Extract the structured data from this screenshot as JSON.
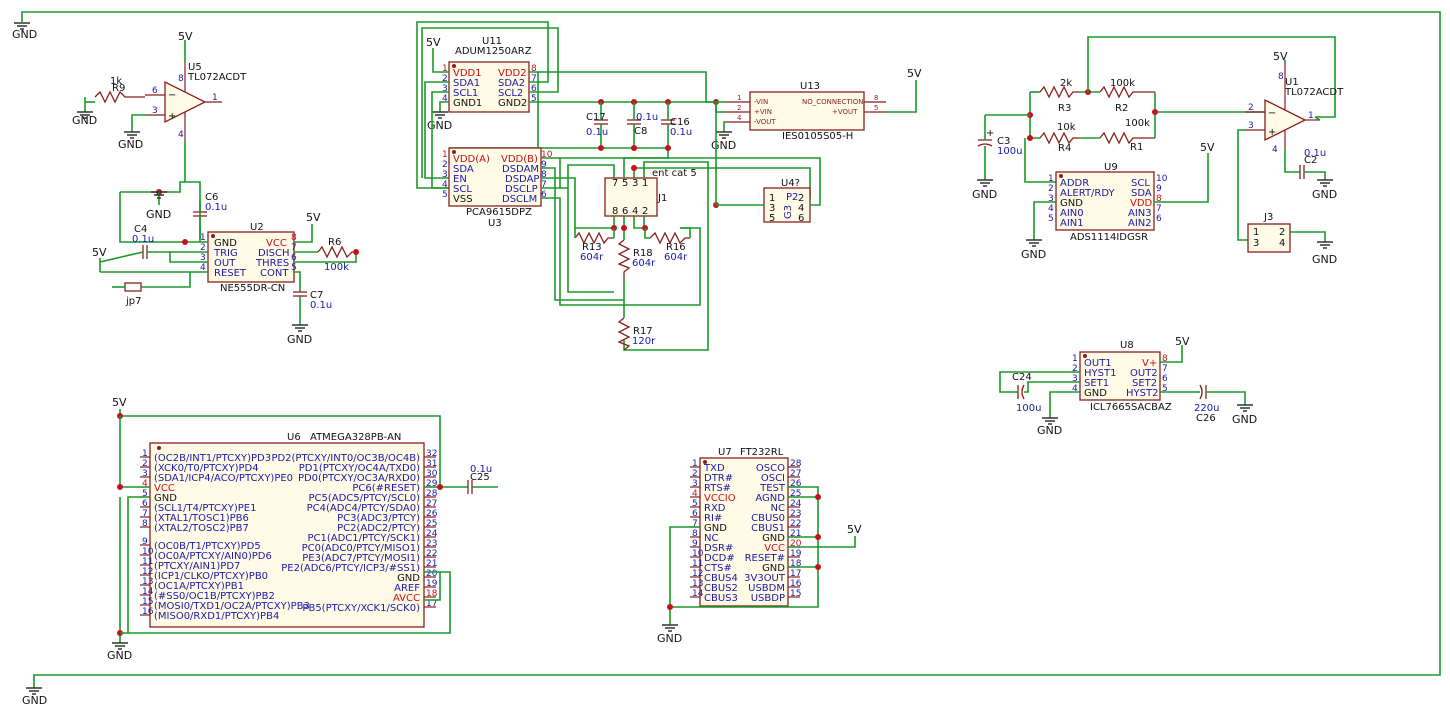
{
  "nets": {
    "gnd": "GND",
    "v5": "5V"
  },
  "parts": {
    "u5": {
      "ref": "U5",
      "value": "TL072ACDT",
      "pins": [
        "8",
        "6",
        "3",
        "1",
        "4"
      ]
    },
    "r9": {
      "ref": "R9",
      "value": "1k"
    },
    "u2": {
      "ref": "U2",
      "value": "NE555DR-CN",
      "left_pins": [
        {
          "n": "1",
          "name": "GND"
        },
        {
          "n": "2",
          "name": "TRIG"
        },
        {
          "n": "3",
          "name": "OUT"
        },
        {
          "n": "4",
          "name": "RESET"
        }
      ],
      "right_pins": [
        {
          "n": "8",
          "name": "VCC"
        },
        {
          "n": "7",
          "name": "DISCH"
        },
        {
          "n": "6",
          "name": "THRES"
        },
        {
          "n": "5",
          "name": "CONT"
        }
      ]
    },
    "c6": {
      "ref": "C6",
      "value": "0.1u"
    },
    "c4": {
      "ref": "C4",
      "value": "0.1u"
    },
    "c7": {
      "ref": "C7",
      "value": "0.1u"
    },
    "r6": {
      "ref": "R6",
      "value": "100k"
    },
    "jp7": {
      "ref": "jp7"
    },
    "u11": {
      "ref": "U11",
      "value": "ADUM1250ARZ",
      "left_pins": [
        {
          "n": "1",
          "name": "VDD1"
        },
        {
          "n": "2",
          "name": "SDA1"
        },
        {
          "n": "3",
          "name": "SCL1"
        },
        {
          "n": "4",
          "name": "GND1"
        }
      ],
      "right_pins": [
        {
          "n": "8",
          "name": "VDD2"
        },
        {
          "n": "7",
          "name": "SDA2"
        },
        {
          "n": "6",
          "name": "SCL2"
        },
        {
          "n": "5",
          "name": "GND2"
        }
      ]
    },
    "u3": {
      "ref": "U3",
      "value": "PCA9615DPZ",
      "left_pins": [
        {
          "n": "1",
          "name": "VDD(A)"
        },
        {
          "n": "2",
          "name": "SDA"
        },
        {
          "n": "3",
          "name": "EN"
        },
        {
          "n": "4",
          "name": "SCL"
        },
        {
          "n": "5",
          "name": "VSS"
        }
      ],
      "right_pins": [
        {
          "n": "10",
          "name": "VDD(B)"
        },
        {
          "n": "9",
          "name": "DSDAM"
        },
        {
          "n": "8",
          "name": "DSDAP"
        },
        {
          "n": "7",
          "name": "DSCLP"
        },
        {
          "n": "6",
          "name": "DSCLM"
        }
      ]
    },
    "c17": {
      "ref": "C17",
      "value": "0.1u"
    },
    "c8": {
      "ref": "C8",
      "value": "0.1u"
    },
    "c16": {
      "ref": "C16",
      "value": "0.1u"
    },
    "u13": {
      "ref": "U13",
      "value": "IES0105S05-H",
      "left_pins": [
        {
          "n": "1",
          "name": "-VIN"
        },
        {
          "n": "2",
          "name": "+VIN"
        },
        {
          "n": "4",
          "name": "-VOUT"
        }
      ],
      "right_pins": [
        {
          "n": "8",
          "name": "NO_CONNECTION"
        },
        {
          "n": "5",
          "name": "+VOUT"
        }
      ]
    },
    "j1": {
      "ref": "J1",
      "value": "ent cat 5",
      "top_pins": [
        "7",
        "5",
        "3",
        "1"
      ],
      "bottom_pins": [
        "8",
        "6",
        "4",
        "2"
      ]
    },
    "u4": {
      "ref": "U4?",
      "value": "P2",
      "body": "G3",
      "left_pins": [
        "1",
        "3",
        "5"
      ],
      "right_pins": [
        "2",
        "4",
        "6"
      ]
    },
    "r13": {
      "ref": "R13",
      "value": "604r"
    },
    "r18": {
      "ref": "R18",
      "value": "604r"
    },
    "r16": {
      "ref": "R16",
      "value": "604r"
    },
    "r17": {
      "ref": "R17",
      "value": "120r"
    },
    "r3": {
      "ref": "R3",
      "value": "2k"
    },
    "r2": {
      "ref": "R2",
      "value": "100k"
    },
    "r4": {
      "ref": "R4",
      "value": "10k"
    },
    "r1": {
      "ref": "R1",
      "value": "100k"
    },
    "c3": {
      "ref": "C3",
      "value": "100u"
    },
    "u1": {
      "ref": "U1",
      "value": "TL072ACDT",
      "pins": [
        "8",
        "2",
        "3",
        "1",
        "4"
      ]
    },
    "c2": {
      "ref": "C2",
      "value": "0.1u"
    },
    "u9": {
      "ref": "U9",
      "value": "ADS1114IDGSR",
      "left_pins": [
        {
          "n": "1",
          "name": "ADDR"
        },
        {
          "n": "2",
          "name": "ALERT/RDY"
        },
        {
          "n": "3",
          "name": "GND"
        },
        {
          "n": "4",
          "name": "AIN0"
        },
        {
          "n": "5",
          "name": "AIN1"
        }
      ],
      "right_pins": [
        {
          "n": "10",
          "name": "SCL"
        },
        {
          "n": "9",
          "name": "SDA"
        },
        {
          "n": "8",
          "name": "VDD"
        },
        {
          "n": "7",
          "name": "AIN3"
        },
        {
          "n": "6",
          "name": "AIN2"
        }
      ]
    },
    "j3": {
      "ref": "J3",
      "pins": [
        "1",
        "2",
        "3",
        "4"
      ]
    },
    "u8": {
      "ref": "U8",
      "value": "ICL7665SACBAZ",
      "left_pins": [
        {
          "n": "1",
          "name": "OUT1"
        },
        {
          "n": "2",
          "name": "HYST1"
        },
        {
          "n": "3",
          "name": "SET1"
        },
        {
          "n": "4",
          "name": "GND"
        }
      ],
      "right_pins": [
        {
          "n": "8",
          "name": "V+"
        },
        {
          "n": "7",
          "name": "OUT2"
        },
        {
          "n": "6",
          "name": "SET2"
        },
        {
          "n": "5",
          "name": "HYST2"
        }
      ]
    },
    "c24": {
      "ref": "C24",
      "value": "100u"
    },
    "c26": {
      "ref": "C26",
      "value": "220u"
    },
    "u6": {
      "ref": "U6",
      "value": "ATMEGA328PB-AN",
      "left_pins": [
        {
          "n": "1",
          "name": "(OC2B/INT1/PTCXY)PD3"
        },
        {
          "n": "2",
          "name": "(XCK0/T0/PTCXY)PD4"
        },
        {
          "n": "3",
          "name": "(SDA1/ICP4/ACO/PTCXY)PE0"
        },
        {
          "n": "4",
          "name": "VCC"
        },
        {
          "n": "5",
          "name": "GND"
        },
        {
          "n": "6",
          "name": "(SCL1/T4/PTCXY)PE1"
        },
        {
          "n": "7",
          "name": "(XTAL1/TOSC1)PB6"
        },
        {
          "n": "8",
          "name": "(XTAL2/TOSC2)PB7"
        },
        {
          "n": "9",
          "name": "(OC0B/T1/PTCXY)PD5"
        },
        {
          "n": "10",
          "name": "(OC0A/PTCXY/AIN0)PD6"
        },
        {
          "n": "11",
          "name": "(PTCXY/AIN1)PD7"
        },
        {
          "n": "12",
          "name": "(ICP1/CLKO/PTCXY)PB0"
        },
        {
          "n": "13",
          "name": "(OC1A/PTCXY)PB1"
        },
        {
          "n": "14",
          "name": "(#SS0/OC1B/PTCXY)PB2"
        },
        {
          "n": "15",
          "name": "(MOSI0/TXD1/OC2A/PTCXY)PB3"
        },
        {
          "n": "16",
          "name": "(MISO0/RXD1/PTCXY)PB4"
        }
      ],
      "right_pins": [
        {
          "n": "32",
          "name": "PD2(PTCXY/INT0/OC3B/OC4B)"
        },
        {
          "n": "31",
          "name": "PD1(PTCXY/OC4A/TXD0)"
        },
        {
          "n": "30",
          "name": "PD0(PTCXY/OC3A/RXD0)"
        },
        {
          "n": "29",
          "name": "PC6(#RESET)"
        },
        {
          "n": "28",
          "name": "PC5(ADC5/PTCY/SCL0)"
        },
        {
          "n": "27",
          "name": "PC4(ADC4/PTCY/SDA0)"
        },
        {
          "n": "26",
          "name": "PC3(ADC3/PTCY)"
        },
        {
          "n": "25",
          "name": "PC2(ADC2/PTCY)"
        },
        {
          "n": "24",
          "name": "PC1(ADC1/PTCY/SCK1)"
        },
        {
          "n": "23",
          "name": "PC0(ADC0/PTCY/MISO1)"
        },
        {
          "n": "22",
          "name": "PE3(ADC7/PTCY/MOSI1)"
        },
        {
          "n": "21",
          "name": "PE2(ADC6/PTCY/ICP3/#SS1)"
        },
        {
          "n": "20",
          "name": "GND"
        },
        {
          "n": "19",
          "name": "AREF"
        },
        {
          "n": "18",
          "name": "AVCC"
        },
        {
          "n": "17",
          "name": "PB5(PTCXY/XCK1/SCK0)"
        }
      ]
    },
    "c25": {
      "ref": "C25",
      "value": "0.1u"
    },
    "u7": {
      "ref": "U7",
      "value": "FT232RL",
      "left_pins": [
        {
          "n": "1",
          "name": "TXD"
        },
        {
          "n": "2",
          "name": "DTR#"
        },
        {
          "n": "3",
          "name": "RTS#"
        },
        {
          "n": "4",
          "name": "VCCIO"
        },
        {
          "n": "5",
          "name": "RXD"
        },
        {
          "n": "6",
          "name": "RI#"
        },
        {
          "n": "7",
          "name": "GND"
        },
        {
          "n": "8",
          "name": "NC"
        },
        {
          "n": "9",
          "name": "DSR#"
        },
        {
          "n": "10",
          "name": "DCD#"
        },
        {
          "n": "11",
          "name": "CTS#"
        },
        {
          "n": "12",
          "name": "CBUS4"
        },
        {
          "n": "13",
          "name": "CBUS2"
        },
        {
          "n": "14",
          "name": "CBUS3"
        }
      ],
      "right_pins": [
        {
          "n": "28",
          "name": "OSCO"
        },
        {
          "n": "27",
          "name": "OSCI"
        },
        {
          "n": "26",
          "name": "TEST"
        },
        {
          "n": "25",
          "name": "AGND"
        },
        {
          "n": "24",
          "name": "NC"
        },
        {
          "n": "23",
          "name": "CBUS0"
        },
        {
          "n": "22",
          "name": "CBUS1"
        },
        {
          "n": "21",
          "name": "GND"
        },
        {
          "n": "20",
          "name": "VCC"
        },
        {
          "n": "19",
          "name": "RESET#"
        },
        {
          "n": "18",
          "name": "GND"
        },
        {
          "n": "17",
          "name": "3V3OUT"
        },
        {
          "n": "16",
          "name": "USBDM"
        },
        {
          "n": "15",
          "name": "USBDP"
        }
      ]
    }
  }
}
